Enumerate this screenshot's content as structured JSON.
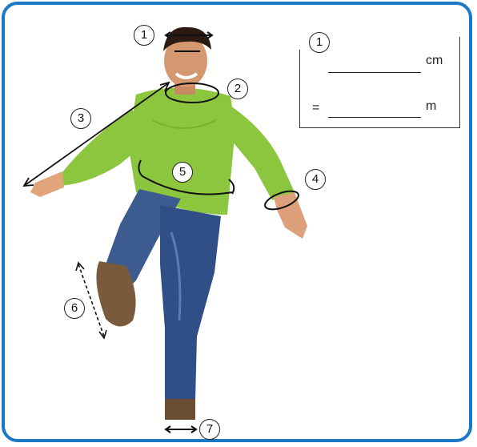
{
  "markers": [
    "1",
    "2",
    "3",
    "4",
    "5",
    "6",
    "7"
  ],
  "answer_box": {
    "label": "1",
    "line1_unit": "cm",
    "equals": "=",
    "line2_unit": "m"
  }
}
